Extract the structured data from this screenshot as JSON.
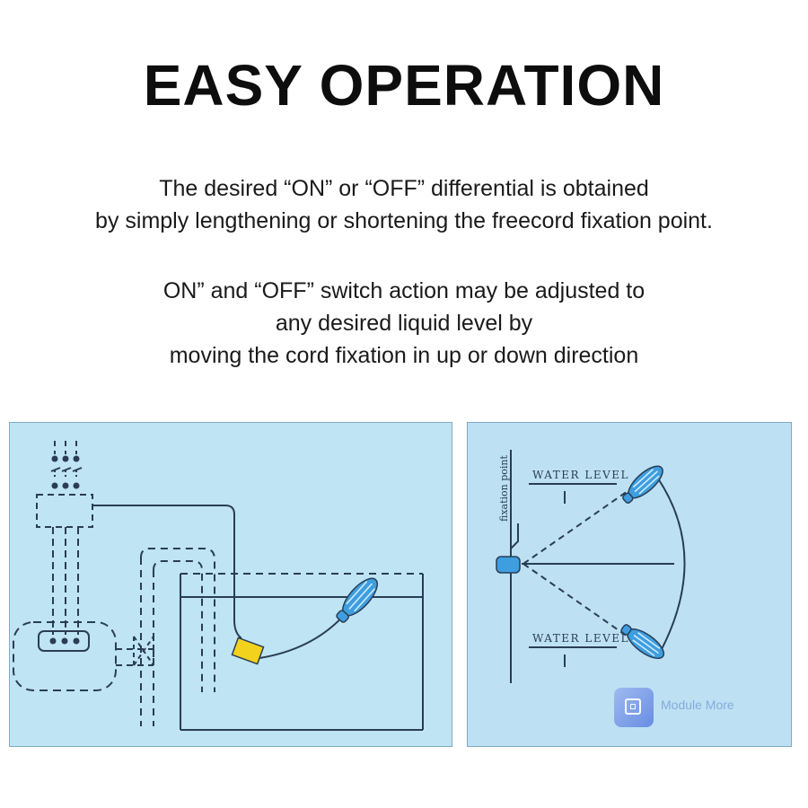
{
  "title": "EASY OPERATION",
  "paragraph_1": {
    "line_1": "The desired “ON” or “OFF” differential is obtained",
    "line_2": "by simply lengthening or shortening  the freecord fixation point."
  },
  "paragraph_2": {
    "line_1": "ON” and “OFF” switch action may be adjusted to",
    "line_2": "any desired liquid level by",
    "line_3": "moving the cord fixation in up or down direction"
  },
  "diagram_right": {
    "fixation_label": "fixation point",
    "water_level_top": "WATER LEVEL",
    "water_level_bottom": "WATER LEVEL"
  },
  "watermark": {
    "text": "Module More",
    "icon": "chip-icon"
  },
  "colors": {
    "panel_bg": "#bfe4f4",
    "line": "#2a3d55",
    "float_switch": "#3e9ee0",
    "weight": "#f2d21c"
  }
}
